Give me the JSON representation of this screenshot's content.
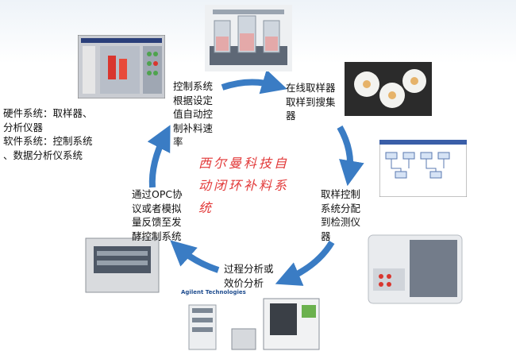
{
  "hardware_software_note": "硬件系统：取样器、\n分析仪器\n软件系统：控制系统\n、数据分析仪系统",
  "center_title": "西尔曼科技自\n动闭环补料系\n统",
  "steps": {
    "control": "控制系统\n根据设定\n值自动控\n制补料速\n率",
    "online_sampler": "在线取样器\n取样到搜集\n器",
    "sampling_control": "取样控制\n系统分配\n到检测仪\n器",
    "process_analysis": "过程分析或\n效价分析",
    "feedback": "通过OPC协\n议或者模拟\n量反馈至发\n酵控制系统"
  },
  "brand_label": "Agilent Technologies",
  "colors": {
    "arrow": "#3a7cc4",
    "title_red": "#e23a3a"
  }
}
